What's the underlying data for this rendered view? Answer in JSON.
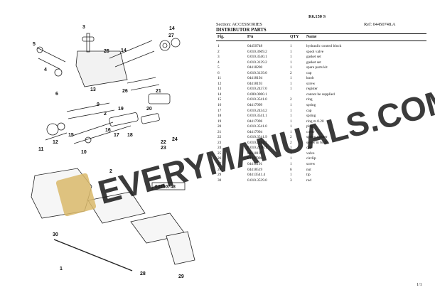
{
  "header": {
    "model": "R6.150 S",
    "section": "Section: ACCESSORIES",
    "ref": "Ref: 04450748.A",
    "title": "DISTRIBUTOR PARTS"
  },
  "columns": {
    "fig": "Fig.",
    "pn": "P/n",
    "qty": "QTY",
    "name": "Name"
  },
  "rows": [
    {
      "fig": "1",
      "pn": "04450748",
      "qty": "1",
      "name": "hydraulic control block"
    },
    {
      "fig": "2",
      "pn": "0.010.3669.2",
      "qty": "1",
      "name": "spool valve"
    },
    {
      "fig": "3",
      "pn": "0.010.3540.1",
      "qty": "1",
      "name": "gasket set"
    },
    {
      "fig": "4",
      "pn": "0.010.3139.2",
      "qty": "1",
      "name": "gasket set"
    },
    {
      "fig": "5",
      "pn": "04418200",
      "qty": "1",
      "name": "spare parts kit"
    },
    {
      "fig": "6",
      "pn": "0.010.3139.0",
      "qty": "2",
      "name": "cap"
    },
    {
      "fig": "11",
      "pn": "04418194",
      "qty": "1",
      "name": "knob"
    },
    {
      "fig": "12",
      "pn": "04418193",
      "qty": "1",
      "name": "screw"
    },
    {
      "fig": "13",
      "pn": "0.010.2437.0",
      "qty": "1",
      "name": "register"
    },
    {
      "fig": "14",
      "pn": "0.000.0000.1",
      "qty": "",
      "name": "cannot be supplied"
    },
    {
      "fig": "15",
      "pn": "0.010.3541.0",
      "qty": "2",
      "name": "ring"
    },
    {
      "fig": "16",
      "pn": "04417999",
      "qty": "1",
      "name": "spring"
    },
    {
      "fig": "17",
      "pn": "0.010.2434.2",
      "qty": "1",
      "name": "cap"
    },
    {
      "fig": "18",
      "pn": "0.010.3541.1",
      "qty": "1",
      "name": "spring"
    },
    {
      "fig": "19",
      "pn": "04417996",
      "qty": "1",
      "name": "ring m 0.20"
    },
    {
      "fig": "20",
      "pn": "0.010.3541.0",
      "qty": "1",
      "name": "plug"
    },
    {
      "fig": "21",
      "pn": "04417994",
      "qty": "1",
      "name": "cover"
    },
    {
      "fig": "22",
      "pn": "0.010.3541.9",
      "qty": "2",
      "name": "spring washer"
    },
    {
      "fig": "23",
      "pn": "0.010.2434.1",
      "qty": "2",
      "name": "screw m 6x28"
    },
    {
      "fig": "24",
      "pn": "0.010.2438.1",
      "qty": "1",
      "name": "cap"
    },
    {
      "fig": "25",
      "pn": "04418197",
      "qty": "1",
      "name": "valve"
    },
    {
      "fig": "26",
      "pn": "04417998",
      "qty": "1",
      "name": "circlip"
    },
    {
      "fig": "27",
      "pn": "04418191",
      "qty": "1",
      "name": "screw"
    },
    {
      "fig": "28",
      "pn": "04418519",
      "qty": "6",
      "name": "nut"
    },
    {
      "fig": "29",
      "pn": "04413541.4",
      "qty": "1",
      "name": "tip"
    },
    {
      "fig": "30",
      "pn": "0.010.3539.0",
      "qty": "3",
      "name": "rod"
    }
  ],
  "diagram": {
    "callouts": [
      "3",
      "27",
      "14",
      "5",
      "25",
      "4",
      "14",
      "6",
      "13",
      "26",
      "9",
      "19",
      "2",
      "21",
      "20",
      "16",
      "12",
      "11",
      "15",
      "17",
      "18",
      "10",
      "24",
      "22",
      "23",
      "2",
      "30",
      "1",
      "28",
      "29"
    ],
    "part_number_box": "04450748"
  },
  "watermark": "EVERYMANUALS.COM",
  "page_number": "1/1"
}
